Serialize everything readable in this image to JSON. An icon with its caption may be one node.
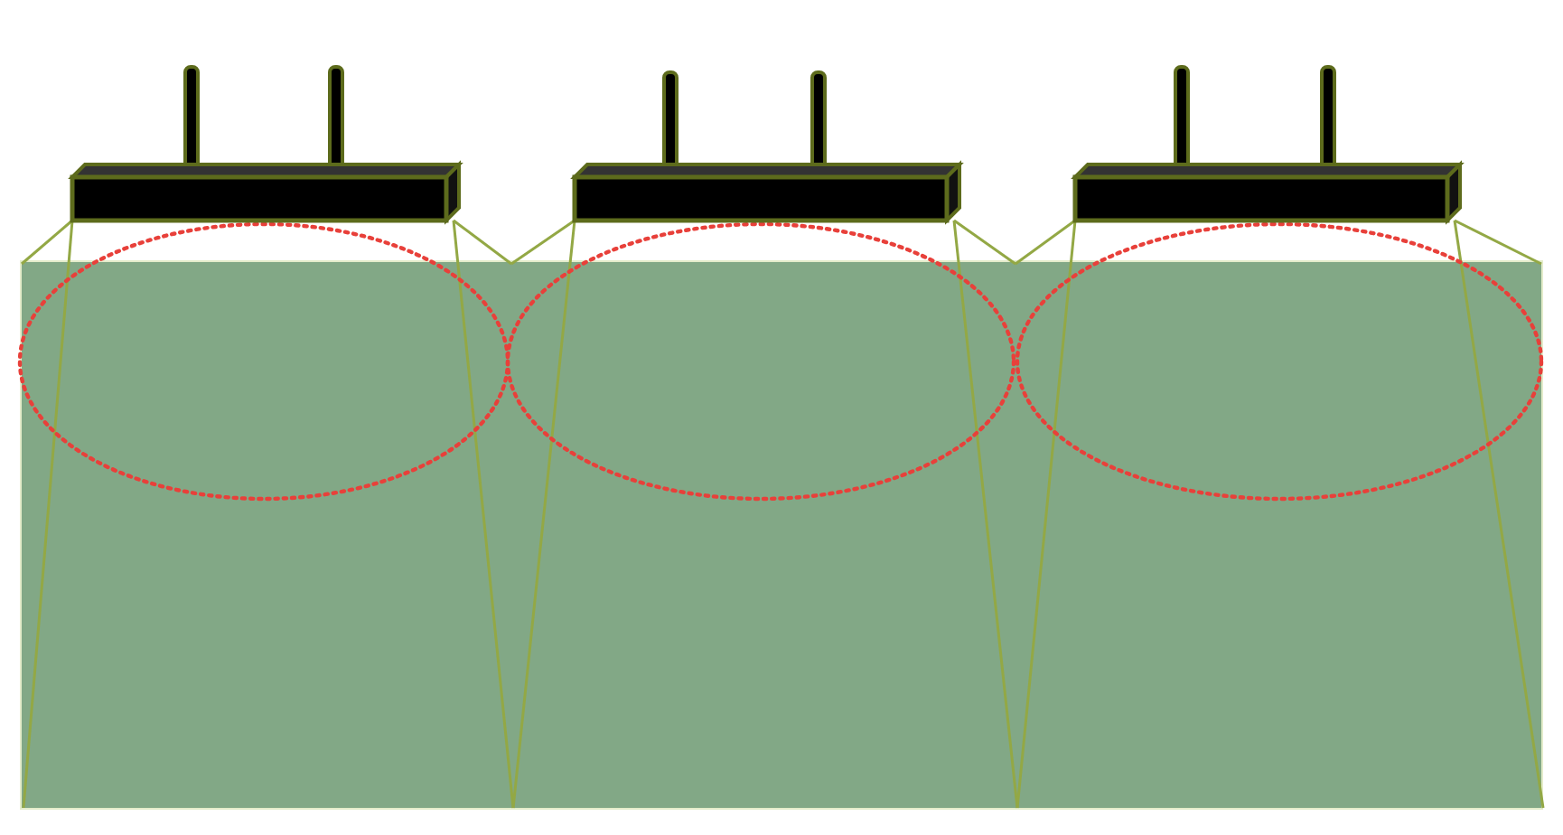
{
  "diagram": {
    "nodes": [
      {
        "text": [],
        "shape": "box"
      },
      {
        "text": [],
        "shape": "picture"
      },
      {
        "text": [],
        "shape": "picture"
      },
      {
        "text": [],
        "shape": "picture"
      },
      {
        "text": [],
        "shape": "ellipse"
      },
      {
        "text": [],
        "shape": "ellipse"
      },
      {
        "text": [],
        "shape": "ellipse"
      }
    ]
  }
}
